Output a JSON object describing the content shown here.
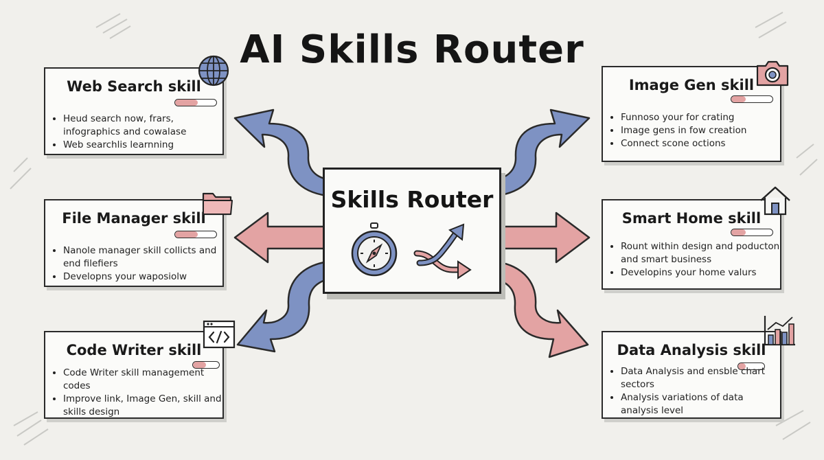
{
  "title": "AI Skills Router",
  "center": {
    "label": "Skills Router",
    "icons": [
      "compass-icon",
      "routing-arrows-icon"
    ]
  },
  "colors": {
    "blue_arrow": "#7e92c3",
    "red_arrow": "#e3a3a3",
    "border": "#2a2a2a",
    "background": "#f1f0ec"
  },
  "skills": {
    "web_search": {
      "title": "Web Search skill",
      "icon": "globe-icon",
      "progress": 0.55,
      "bullets": [
        "Heud search now, frars, infographics and cowalase",
        "Web searchlis learnning"
      ]
    },
    "file_manager": {
      "title": "File Manager skill",
      "icon": "folder-icon",
      "progress": 0.55,
      "bullets": [
        "Nanole manager skill collicts and end filefiers",
        "Developns your waposiolw"
      ]
    },
    "code_writer": {
      "title": "Code Writer skill",
      "icon": "code-window-icon",
      "progress": 0.5,
      "bullets": [
        "Code Writer skill management codes",
        "Improve link, Image Gen, skill and skills design"
      ]
    },
    "image_gen": {
      "title": "Image Gen skill",
      "icon": "camera-icon",
      "progress": 0.35,
      "bullets": [
        "Funnoso your for crating",
        "Image gens in fow creation",
        "Connect scone octions"
      ]
    },
    "smart_home": {
      "title": "Smart Home skill",
      "icon": "house-icon",
      "progress": 0.35,
      "bullets": [
        "Rount within design and poducton and smart business",
        "Developins your home valurs"
      ]
    },
    "data_analysis": {
      "title": "Data Analysis skill",
      "icon": "bar-chart-icon",
      "progress": 0.3,
      "bullets": [
        "Data Analysis and ensble chart sectors",
        "Analysis variations of data analysis level"
      ]
    }
  }
}
